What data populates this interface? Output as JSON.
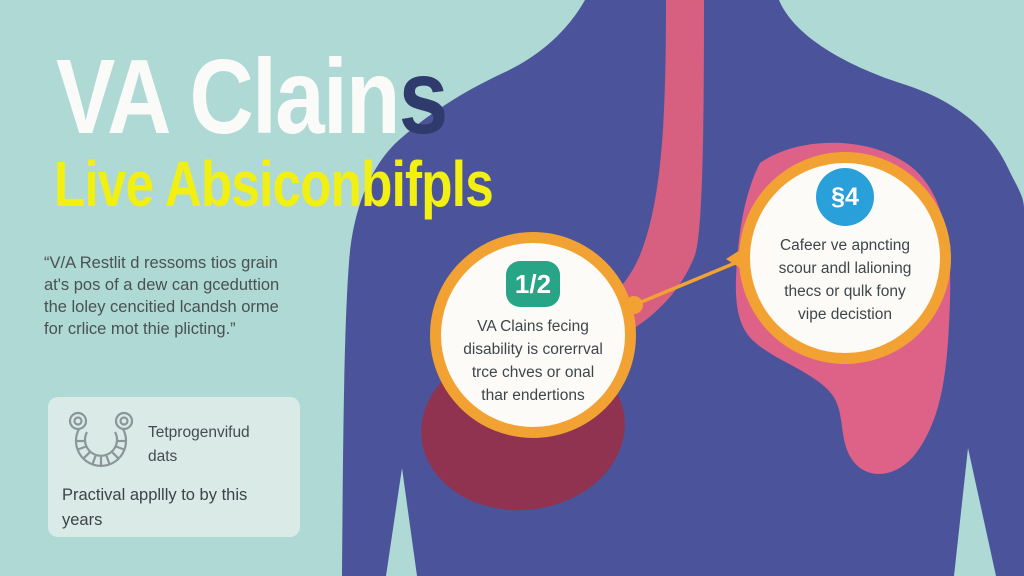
{
  "title": {
    "main": "VA Clain",
    "accent": "s",
    "subtitle": "Live Absiconbifpls"
  },
  "quote": {
    "lines": [
      "“V/A Restlit d ressoms tios grain",
      "at's pos of a dew can gceduttion",
      "the loley cencitied lcandsh orme",
      "for crlice mot thie plicting.”"
    ]
  },
  "info_card": {
    "icon": "ribbon-spiral-icon",
    "title_lines": [
      "Tetprogenvifud",
      "dats"
    ],
    "body_lines": [
      "Practival appllly to by this",
      "years"
    ]
  },
  "callouts": [
    {
      "badge": "1/2",
      "lines": [
        "VA Clains fecing",
        "disability is corerrval",
        "trce chves or onal",
        "thar endertions"
      ]
    },
    {
      "badge": "§4",
      "lines": [
        "Cafeer ve apncting",
        "scour andl lalioning",
        "thecs or qulk fony",
        "vipe decistion"
      ]
    }
  ],
  "colors": {
    "background": "#aed9d4",
    "torso_blue": "#4b549a",
    "lung_pink": "#de6287",
    "esophagus_pink": "#d75f80",
    "organ_maroon": "#8f3350",
    "accent_orange": "#f2a233",
    "badge_teal": "#28a487",
    "badge_blue": "#2aa0da",
    "title_white": "#fafbf9",
    "subtitle_yellow": "#f2ef12"
  }
}
